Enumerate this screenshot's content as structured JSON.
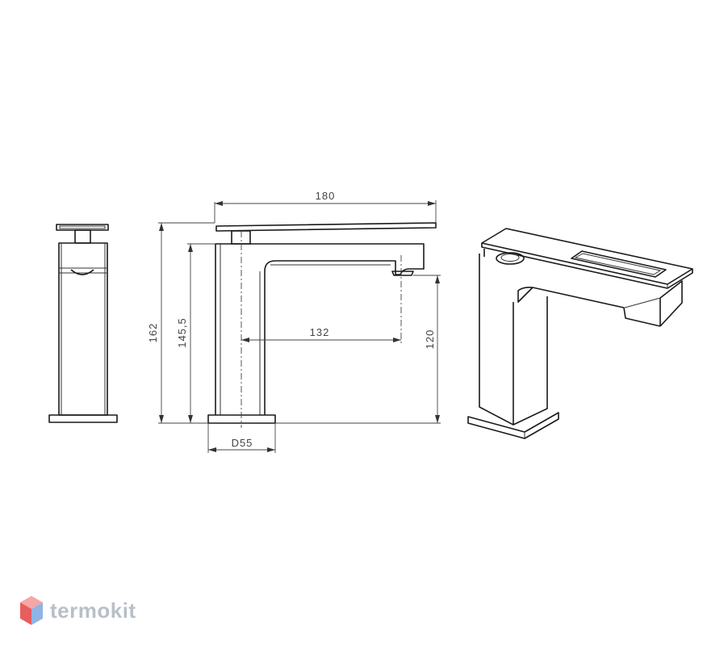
{
  "dimensions": {
    "overall_length": "180",
    "overall_height": "162",
    "lever_height": "145,5",
    "spout_reach": "132",
    "spout_height": "120",
    "base_diameter": "D55"
  },
  "logo": {
    "text": "termokit",
    "icon": "hexagon-cube-icon",
    "colors": {
      "top": "#f5a6a6",
      "left": "#e85d5d",
      "right": "#8fb4e6",
      "text": "#b9bfc8"
    }
  }
}
